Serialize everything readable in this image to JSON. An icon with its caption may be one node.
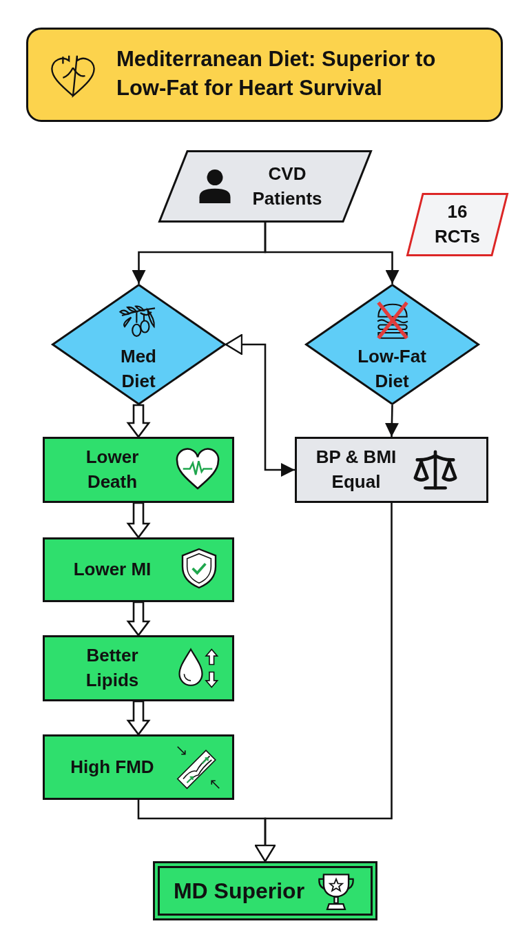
{
  "diagram": {
    "title": "Mediterranean Diet: Superior to Low-Fat for Heart Survival",
    "nodes": [
      {
        "text": [
          "CVD Patients"
        ]
      },
      {
        "text": [
          "16 RCTs"
        ]
      },
      {
        "text": [
          "Med Diet"
        ]
      },
      {
        "text": [
          "Low-Fat Diet"
        ]
      },
      {
        "text": [
          "Lower Death"
        ]
      },
      {
        "text": [
          "BP & BMI Equal"
        ]
      },
      {
        "text": [
          "Lower MI"
        ]
      },
      {
        "text": [
          "Better Lipids"
        ]
      },
      {
        "text": [
          "High FMD"
        ]
      },
      {
        "text": [
          "MD Superior"
        ]
      }
    ],
    "edges": [
      {
        "from": 0,
        "to": 2,
        "arrow": "to"
      },
      {
        "from": 0,
        "to": 3,
        "arrow": "to"
      },
      {
        "from": 2,
        "to": 4,
        "arrow": "to",
        "style": "thick"
      },
      {
        "from": 2,
        "to": 5,
        "arrow": "both"
      },
      {
        "from": 3,
        "to": 5,
        "arrow": "to"
      },
      {
        "from": 4,
        "to": 6,
        "arrow": "to",
        "style": "thick"
      },
      {
        "from": 6,
        "to": 7,
        "arrow": "to",
        "style": "thick"
      },
      {
        "from": 7,
        "to": 8,
        "arrow": "to",
        "style": "thick"
      },
      {
        "from": 8,
        "to": 9,
        "arrow": "to"
      },
      {
        "from": 5,
        "to": 9,
        "arrow": "to"
      }
    ]
  }
}
